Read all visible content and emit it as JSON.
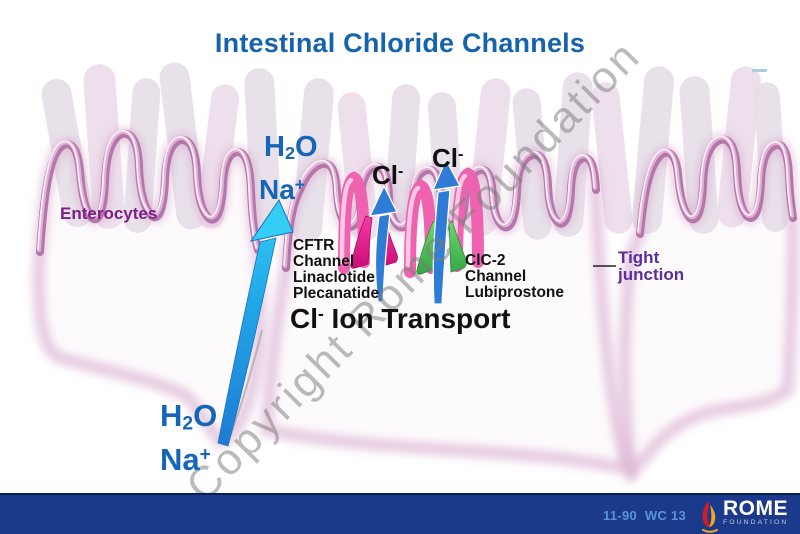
{
  "title": "Intestinal Chloride Channels",
  "watermark": "Copyright Rome Foundation",
  "labels": {
    "enterocytes": "Enterocytes",
    "h2o": {
      "h": "H",
      "sub": "2",
      "o": "O"
    },
    "na": {
      "base": "Na",
      "sup": "+"
    },
    "cl": {
      "base": "Cl",
      "sup": "-"
    },
    "ion_transport": {
      "base": "Cl",
      "sup": "-",
      "rest": " Ion Transport"
    },
    "tight_junction": {
      "line1": "Tight",
      "line2": "junction"
    }
  },
  "channels": {
    "cftr": {
      "lines": [
        "CFTR",
        "Channel",
        "Linaclotide",
        "Plecanatide"
      ]
    },
    "clc2": {
      "lines": [
        "ClC-2",
        "Channel",
        "Lubiprostone"
      ]
    }
  },
  "footer": {
    "slide_code": "11-90  WC 13",
    "logo_name": "ROME",
    "logo_subtitle": "FOUNDATION"
  },
  "colors": {
    "title_blue": "#1563ac",
    "ion_blue": "#1565b8",
    "enterocyte_purple": "#7e1f86",
    "tight_purple": "#5c2d9c",
    "text_black": "#111111",
    "watermark_gray": "#8a8a8a",
    "footer_navy": "#1c3a8c",
    "slide_code_blue": "#5b92d8",
    "cyan_arrow": "#33cdf6",
    "blue_arrow": "#2e7cd6",
    "magenta_channel": "#e6128e",
    "green_channel": "#4ec04e",
    "villus_pink": "#b577aa",
    "flame_red": "#cf1f25",
    "flame_yellow": "#f6a81c"
  }
}
